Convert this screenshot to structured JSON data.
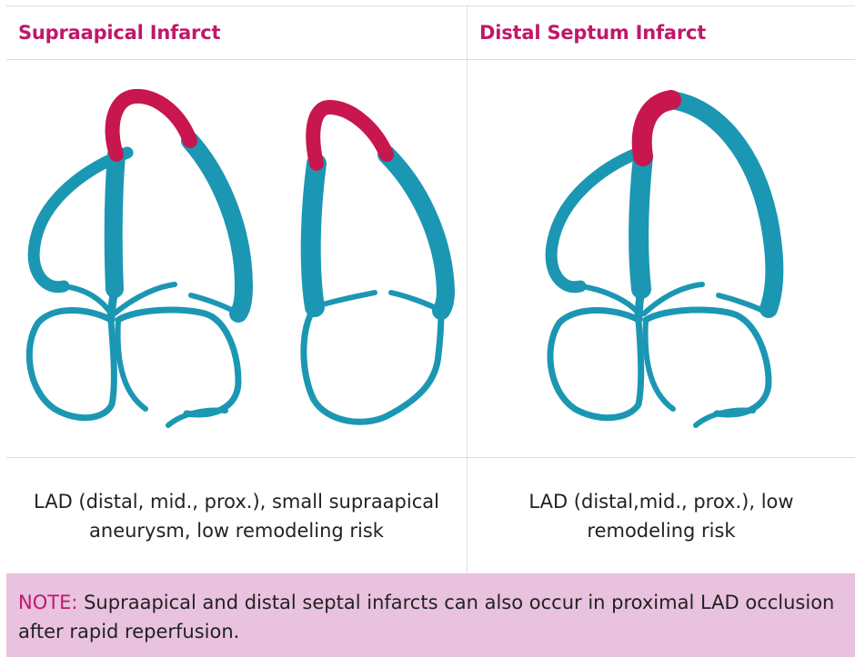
{
  "columns": [
    {
      "header": "Supraapical Infarct",
      "caption_lines": [
        "LAD (distal, mid., prox.), small supraapical",
        "aneurysm, low remodeling risk"
      ]
    },
    {
      "header": "Distal  Septum Infarct",
      "caption_lines": [
        "LAD (distal,mid., prox.), low",
        "remodeling risk"
      ]
    }
  ],
  "note": {
    "label": "NOTE:",
    "text": " Supraapical and distal septal infarcts can also occur in proximal LAD occlusion after rapid reperfusion."
  },
  "colors": {
    "heart_wall": "#1b97b3",
    "infarct": "#c8164f",
    "accent": "#c0186a",
    "note_bg": "#e8c2df",
    "grid": "#cfe3ee"
  },
  "icons": [
    "four-chamber-heart-icon",
    "two-chamber-heart-icon",
    "four-chamber-heart-icon"
  ]
}
